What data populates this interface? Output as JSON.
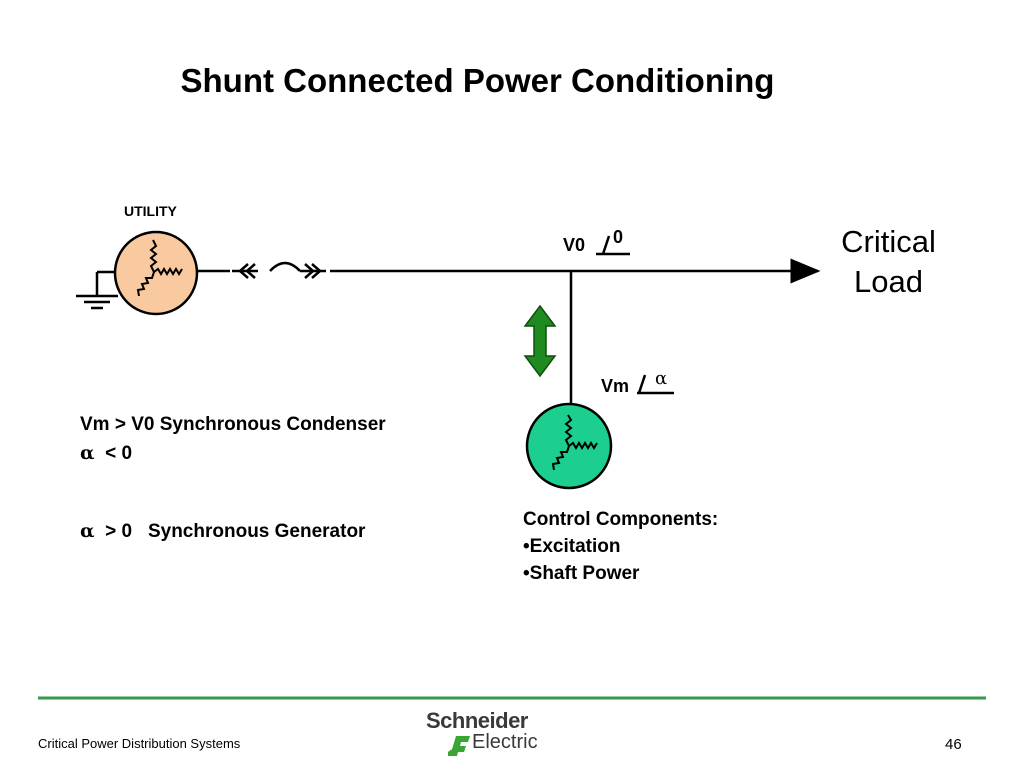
{
  "slide": {
    "title": "Shunt Connected Power Conditioning",
    "page_number": "46",
    "footer_text": "Critical Power Distribution Systems"
  },
  "diagram": {
    "utility_label": "UTILITY",
    "critical_load": [
      "Critical",
      "Load"
    ],
    "v0_label": "V0",
    "v0_angle": "0",
    "vm_label": "Vm",
    "vm_angle": "α"
  },
  "notes": {
    "condenser_line1": "Vm > V0   Synchronous Condenser",
    "condenser_line2_alpha": "α",
    "condenser_line2_rest": "  < 0",
    "generator_alpha": "α",
    "generator_rest": "  > 0   Synchronous Generator",
    "control_heading": "Control Components:",
    "control_items": [
      "•Excitation",
      "•Shaft Power"
    ]
  },
  "logo": {
    "brand_line1": "Schneider",
    "brand_line2": "Electric"
  },
  "colors": {
    "utility_fill": "#f9c9a0",
    "machine_fill": "#1ccf8e",
    "arrow_fill": "#1f8a1f",
    "footer_rule": "#3a9a4a",
    "logo_green": "#3aa535"
  },
  "icons": [
    "ground-symbol-icon",
    "connector-plug-icon",
    "bidirectional-arrow-icon",
    "wye-winding-icon"
  ]
}
